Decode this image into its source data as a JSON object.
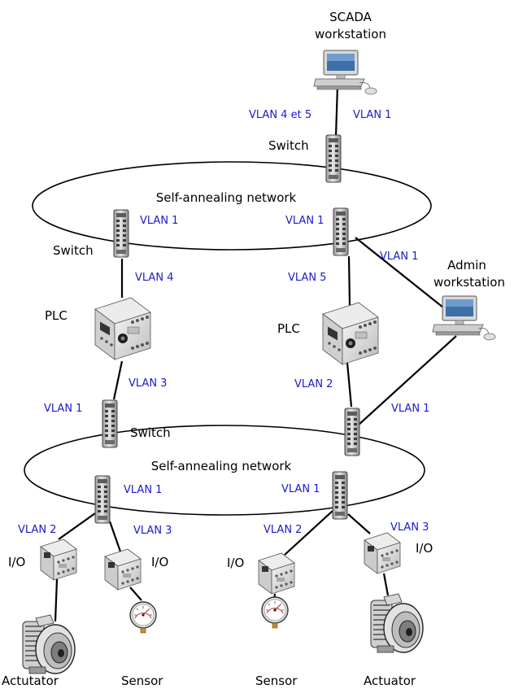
{
  "scada": {
    "label_line1": "SCADA",
    "label_line2": "workstation",
    "vlan_left": "VLAN 4 et 5",
    "vlan_right": "VLAN 1"
  },
  "top_switch": {
    "label": "Switch"
  },
  "upper_ring": {
    "label": "Self-annealing network"
  },
  "upper_left_switch": {
    "label": "Switch",
    "vlan_up": "VLAN 1",
    "vlan_down": "VLAN 4"
  },
  "upper_right_switch": {
    "vlan_up": "VLAN 1",
    "vlan_down": "VLAN 5",
    "vlan_admin": "VLAN 1"
  },
  "admin": {
    "label_line1": "Admin",
    "label_line2": "workstation",
    "vlan_lower": "VLAN 1"
  },
  "plc_left": {
    "label": "PLC",
    "vlan_down": "VLAN 3"
  },
  "plc_right": {
    "label": "PLC",
    "vlan_down": "VLAN 2"
  },
  "lower_left_switch": {
    "label": "Switch",
    "vlan": "VLAN 1"
  },
  "lower_ring": {
    "label": "Self-annealing network"
  },
  "lower_switch_a": {
    "vlan_up": "VLAN 1",
    "vlan_io1": "VLAN 2",
    "vlan_io2": "VLAN 3"
  },
  "lower_switch_b": {
    "vlan_up": "VLAN 1",
    "vlan_io1": "VLAN 2",
    "vlan_io2": "VLAN 3"
  },
  "io_label": "I/O",
  "devices": {
    "actuator_left": "Actutator",
    "sensor_left": "Sensor",
    "sensor_right": "Sensor",
    "actuator_right": "Actuator"
  },
  "icons": {
    "workstation": "computer-icon",
    "switch": "network-switch-icon",
    "plc": "plc-icon",
    "io": "io-module-icon",
    "sensor": "pressure-gauge-icon",
    "actuator": "motor-icon"
  },
  "colors": {
    "vlan_text": "#1a1acc"
  }
}
